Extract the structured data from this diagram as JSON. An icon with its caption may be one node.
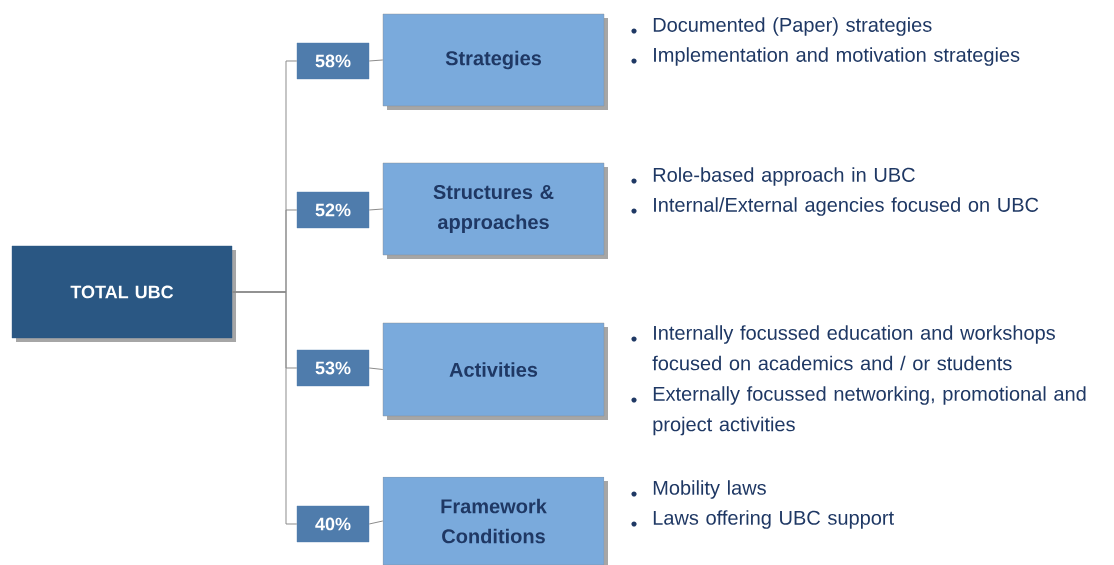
{
  "diagram": {
    "nodes": [
      {
        "text": [
          "TOTAL UBC"
        ]
      },
      {
        "text": [
          "58%"
        ]
      },
      {
        "text": [
          "Strategies"
        ],
        "beside": [
          "Documented (Paper) strategies",
          "Implementation and motivation strategies"
        ]
      },
      {
        "text": [
          "52%"
        ]
      },
      {
        "text": [
          "Structures & approaches"
        ],
        "beside": [
          "Role-based approach in UBC",
          "Internal/External agencies focused on UBC"
        ]
      },
      {
        "text": [
          "53%"
        ]
      },
      {
        "text": [
          "Activities"
        ],
        "beside": [
          "Internally focussed education and workshops focused on academics and / or students",
          "Externally focussed networking, promotional and project activities"
        ]
      },
      {
        "text": [
          "40%"
        ]
      },
      {
        "text": [
          "Framework Conditions"
        ],
        "beside": [
          "Mobility laws",
          "Laws offering UBC support"
        ]
      }
    ],
    "edges": [
      {
        "from": 0,
        "to": 1,
        "arrow": "none"
      },
      {
        "from": 0,
        "to": 3,
        "arrow": "none"
      },
      {
        "from": 0,
        "to": 5,
        "arrow": "none"
      },
      {
        "from": 0,
        "to": 7,
        "arrow": "none"
      },
      {
        "from": 1,
        "to": 2,
        "arrow": "none"
      },
      {
        "from": 3,
        "to": 4,
        "arrow": "none"
      },
      {
        "from": 5,
        "to": 6,
        "arrow": "none"
      },
      {
        "from": 7,
        "to": 8,
        "arrow": "none"
      }
    ]
  }
}
